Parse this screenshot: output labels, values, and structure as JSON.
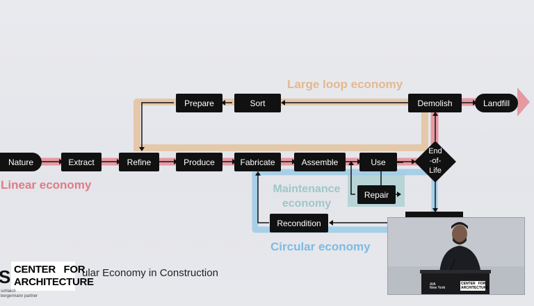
{
  "diagram": {
    "nodes": {
      "nature": "Nature",
      "extract": "Extract",
      "refine": "Refine",
      "produce": "Produce",
      "fabricate": "Fabricate",
      "assemble": "Assemble",
      "use": "Use",
      "end_of_life": "End\n-of-\nLife",
      "prepare": "Prepare",
      "sort": "Sort",
      "demolish": "Demolish",
      "landfill": "Landfill",
      "repair": "Repair",
      "recondition": "Recondition"
    },
    "loops": {
      "linear": "Linear economy",
      "large": "Large loop economy",
      "maintenance": "Maintenance\neconomy",
      "circular": "Circular economy"
    },
    "colors": {
      "linear": "#e59aa1",
      "large": "#e3c4a3",
      "maintenance": "#a9cdd0",
      "circular": "#9ccbe6"
    }
  },
  "footer": {
    "caption": "ular Economy in Construction",
    "logo_line1": "CENTER   FOR",
    "logo_line2": "ARCHITECTURE",
    "credit": "schlaich\nbergermann partner",
    "s_glyph": "S"
  },
  "video": {
    "aia_text": "AIA\nNew York",
    "podium_logo1": "CENTER   FOR",
    "podium_logo2": "ARCHITECTURE"
  }
}
